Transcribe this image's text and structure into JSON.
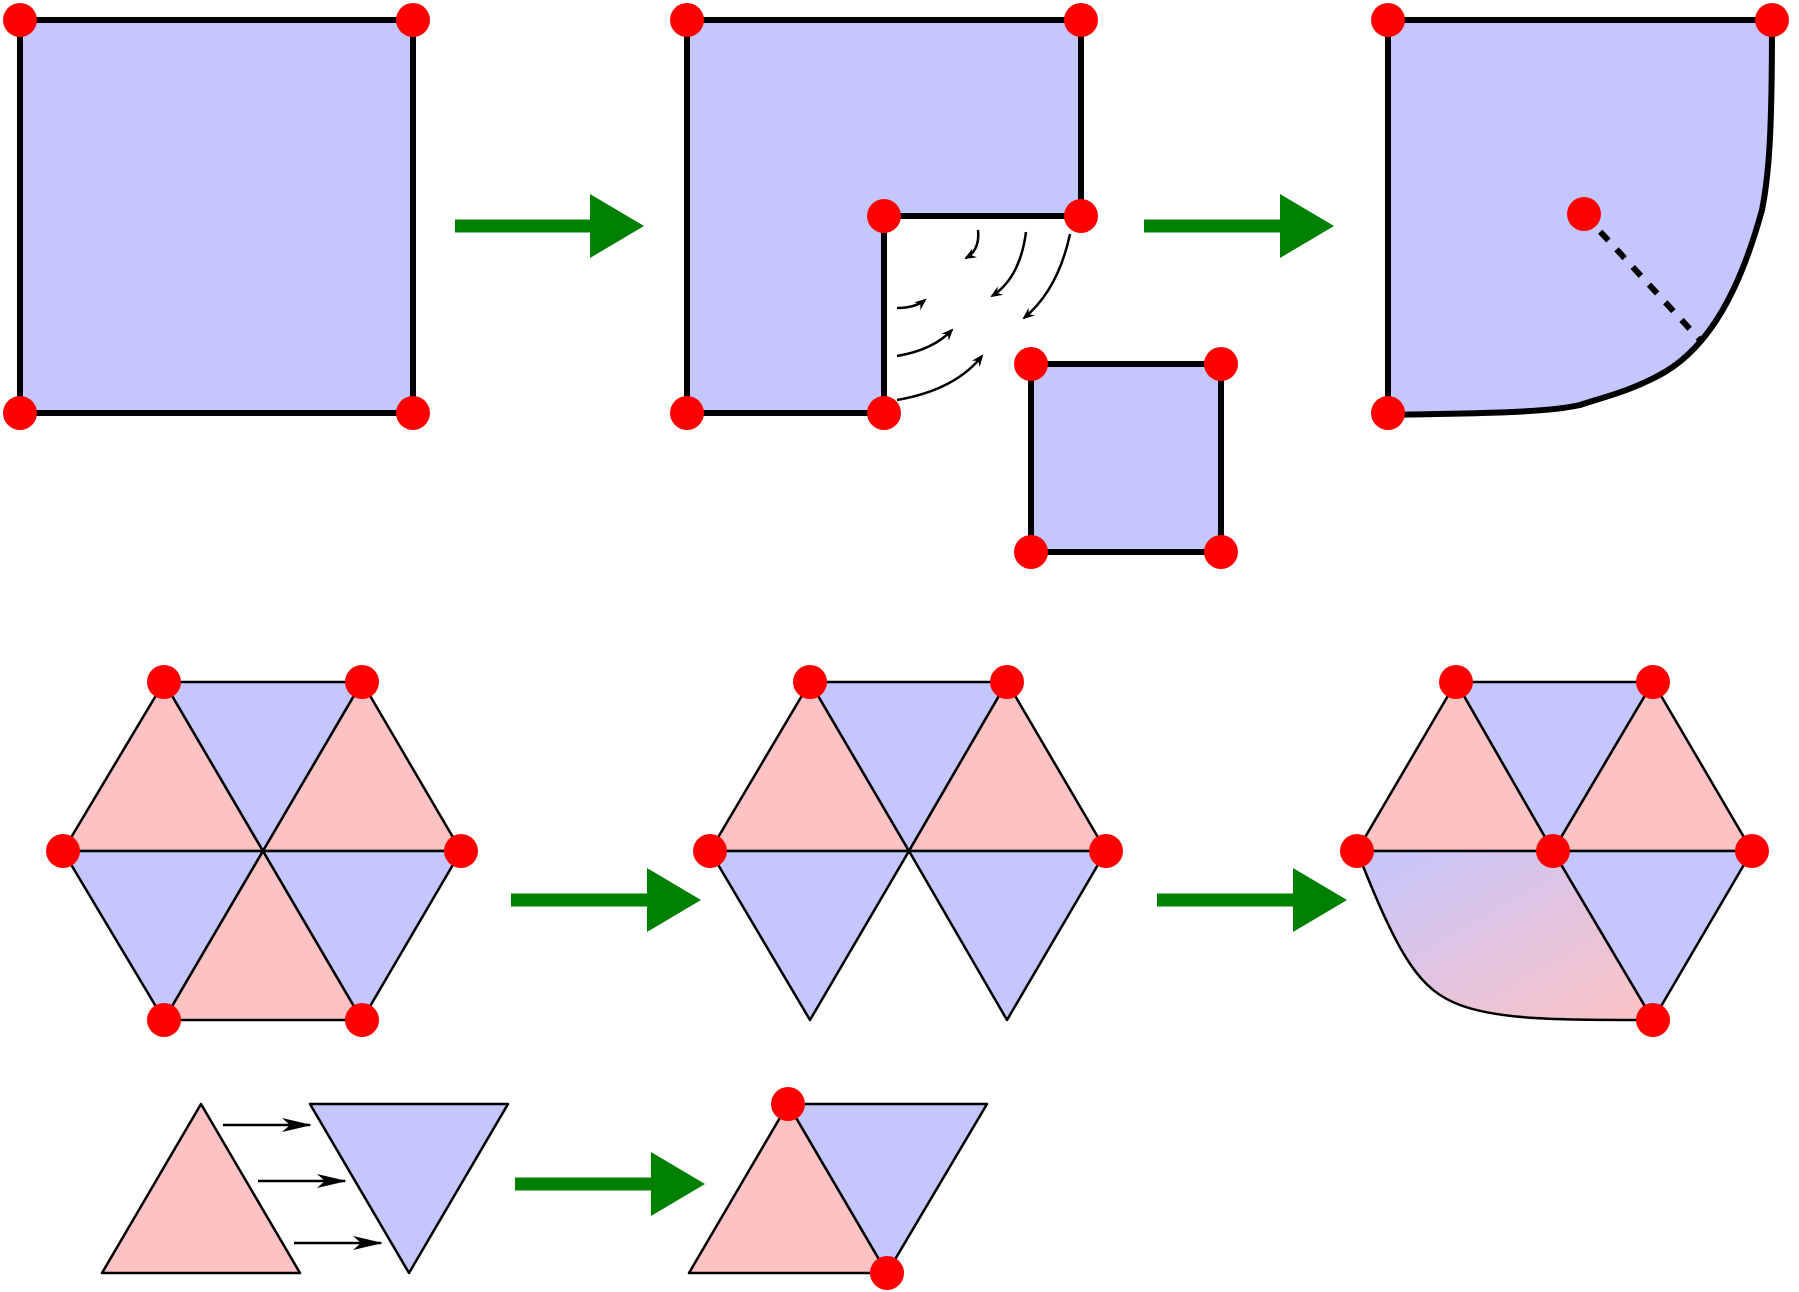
{
  "colors": {
    "blue_fill": "#c4c6fe",
    "pink_fill": "#fdc3c4",
    "vertex": "#ff0000",
    "transition_arrow": "#008000",
    "stroke": "#000000",
    "background": "#ffffff"
  },
  "panels": [
    {
      "name": "square",
      "row": 1,
      "step": 1,
      "fills": [
        "blue"
      ]
    },
    {
      "name": "square-split-off-corner",
      "row": 1,
      "step": 2,
      "fills": [
        "blue"
      ]
    },
    {
      "name": "square-corner-merged",
      "row": 1,
      "step": 3,
      "fills": [
        "blue"
      ]
    },
    {
      "name": "hexagon-six-triangles",
      "row": 2,
      "step": 1,
      "fills": [
        "pink",
        "blue"
      ]
    },
    {
      "name": "hexagon-split",
      "row": 2,
      "step": 2,
      "fills": [
        "pink",
        "blue"
      ]
    },
    {
      "name": "hexagon-merged",
      "row": 2,
      "step": 3,
      "fills": [
        "pink",
        "blue",
        "gradient"
      ]
    },
    {
      "name": "two-triangles-apart",
      "row": 3,
      "step": 1,
      "fills": [
        "pink",
        "blue"
      ]
    },
    {
      "name": "two-triangles-glued",
      "row": 3,
      "step": 2,
      "fills": [
        "pink",
        "blue"
      ]
    }
  ],
  "transition_arrows": [
    {
      "from": "square",
      "to": "square-split-off-corner"
    },
    {
      "from": "square-split-off-corner",
      "to": "square-corner-merged"
    },
    {
      "from": "hexagon-six-triangles",
      "to": "hexagon-split"
    },
    {
      "from": "hexagon-split",
      "to": "hexagon-merged"
    },
    {
      "from": "two-triangles-apart",
      "to": "two-triangles-glued"
    }
  ]
}
